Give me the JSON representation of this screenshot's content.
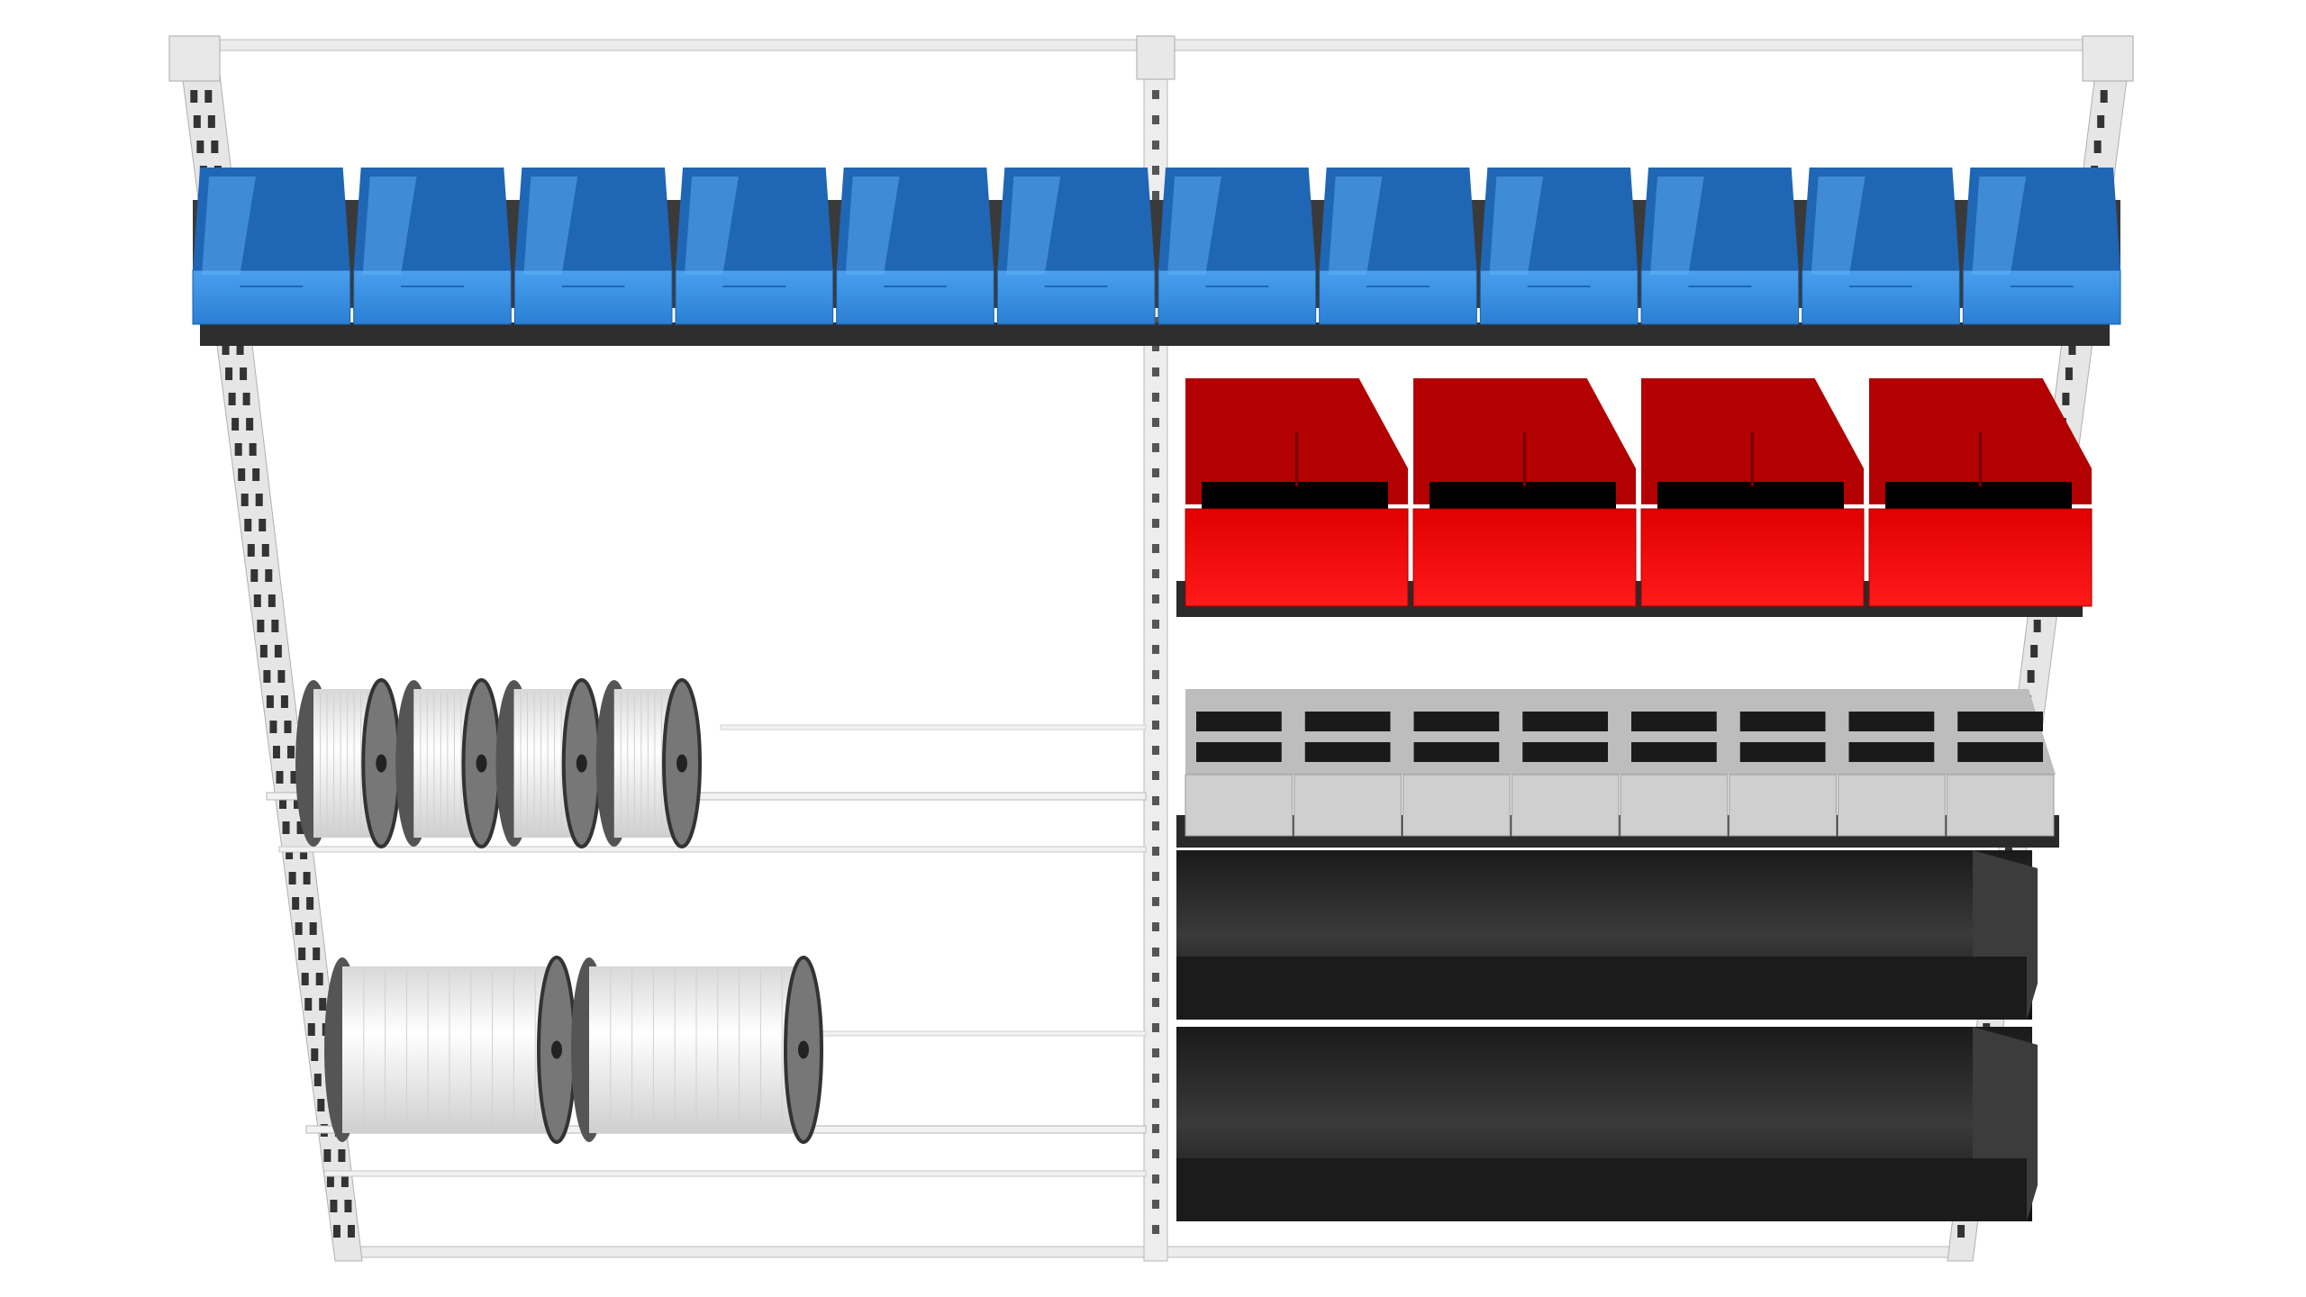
{
  "scene": {
    "subject": "wall-shelving-system",
    "colors": {
      "background": "#ffffff",
      "frame": "#e4e4e4",
      "frame_shadow": "#a9a9a9",
      "blue_bin": "#3a8fe0",
      "blue_bin_dark": "#1f66b5",
      "red_bin": "#ff0d0d",
      "red_bin_dark": "#b30000",
      "grey_tray": "#cfcfcf",
      "dark_tray": "#2b2b2b",
      "spool_wire": "#f4f4f4",
      "spool_flange": "#555555"
    },
    "blue_bins": 12,
    "red_bins": 4,
    "divider_tray_columns": 8,
    "dark_trays": 2,
    "spools_upper_row": 4,
    "spools_lower_row": 2
  }
}
